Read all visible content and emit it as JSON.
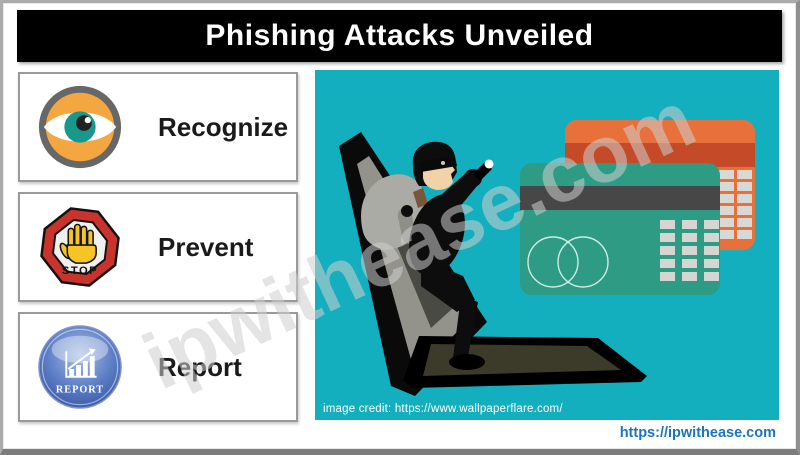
{
  "header": {
    "title": "Phishing Attacks Unveiled"
  },
  "steps": {
    "items": [
      {
        "label": "Recognize",
        "icon": "eye-icon"
      },
      {
        "label": "Prevent",
        "icon": "stop-hand-icon",
        "icon_text": "STOP"
      },
      {
        "label": "Report",
        "icon": "report-button-icon",
        "icon_text": "REPORT"
      }
    ]
  },
  "illustration": {
    "description": "thief with loot sack and flashlight climbing out of a laptop screen, two credit cards behind",
    "credit_text": "image credit: https://www.wallpaperflare.com/"
  },
  "watermark_text": "ipwithease.com",
  "footer": {
    "site_url": "https://ipwithease.com"
  },
  "colors": {
    "header_bar": "#000000",
    "illustration_background": "#14AFBE",
    "credit_card_front": "#2E9B84",
    "credit_card_back": "#E8703A",
    "card_back_stripe": "#C44A28",
    "card_front_stripe": "#474747",
    "site_url_blue": "#1B75BC",
    "eye_icon_orange": "#F4A640",
    "eye_icon_iris": "#17988A",
    "stop_icon_red": "#C8332C",
    "stop_hand_yellow": "#F6C425",
    "report_button_blue": "#4A69B4"
  }
}
